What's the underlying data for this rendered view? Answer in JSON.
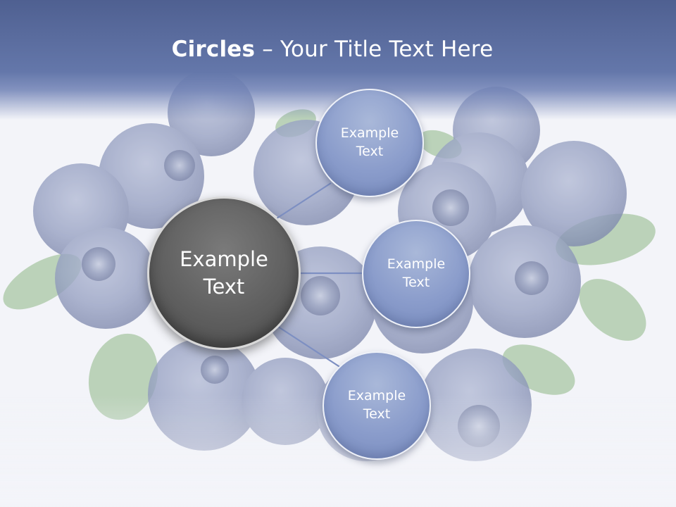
{
  "title": {
    "bold": "Circles",
    "rest": " – Your Title Text Here"
  },
  "center_circle": {
    "label": "Example\nText"
  },
  "satellites": [
    {
      "label": "Example\nText"
    },
    {
      "label": "Example\nText"
    },
    {
      "label": "Example\nText"
    }
  ],
  "colors": {
    "header": "#5a6b9c",
    "satellite_fill": "#8a9ccb",
    "center_fill": "#5f5f5f",
    "connector": "#7d8fc2",
    "berry": "#8893b8",
    "leaf": "#7faa7a"
  }
}
